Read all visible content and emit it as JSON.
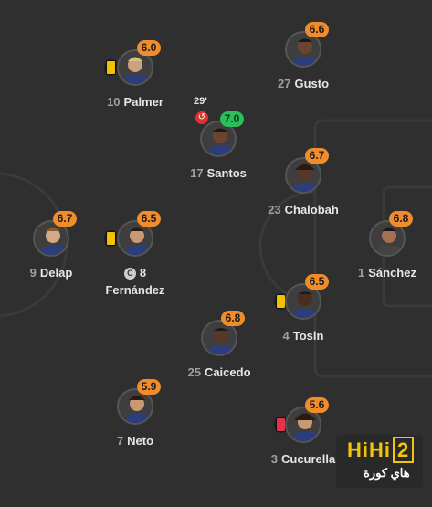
{
  "colors": {
    "rating_orange": "#f08c2c",
    "rating_green": "#2bbd5a",
    "background": "#2f2f2f",
    "yellow_card": "#f2c200",
    "red_card": "#e2334a"
  },
  "players": {
    "palmer": {
      "number": "10",
      "name": "Palmer",
      "rating": "6.0"
    },
    "gusto": {
      "number": "27",
      "name": "Gusto",
      "rating": "6.6"
    },
    "santos": {
      "number": "17",
      "name": "Santos",
      "rating": "7.0",
      "sub_minute": "29'"
    },
    "chalobah": {
      "number": "23",
      "name": "Chalobah",
      "rating": "6.7"
    },
    "delap": {
      "number": "9",
      "name": "Delap",
      "rating": "6.7"
    },
    "fernandez": {
      "number": "8",
      "name": "Fernández",
      "rating": "6.5",
      "captain_mark": "C"
    },
    "sanchez": {
      "number": "1",
      "name": "Sánchez",
      "rating": "6.8"
    },
    "tosin": {
      "number": "4",
      "name": "Tosin",
      "rating": "6.5"
    },
    "caicedo": {
      "number": "25",
      "name": "Caicedo",
      "rating": "6.8"
    },
    "neto": {
      "number": "7",
      "name": "Neto",
      "rating": "5.9"
    },
    "cucurella": {
      "number": "3",
      "name": "Cucurella",
      "rating": "5.6"
    }
  },
  "watermark": {
    "top": "HiHi",
    "top_num": "2",
    "bottom": "هاي كورة"
  }
}
